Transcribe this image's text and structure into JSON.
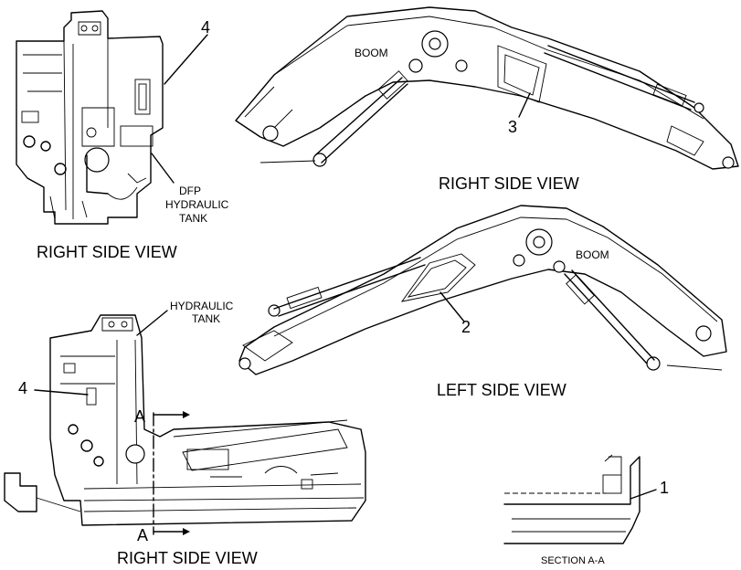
{
  "views": {
    "top_left_caption": "RIGHT SIDE VIEW",
    "top_right_caption": "RIGHT SIDE VIEW",
    "mid_right_caption": "LEFT SIDE VIEW",
    "bottom_left_caption": "RIGHT SIDE VIEW",
    "section_caption": "SECTION A-A"
  },
  "labels": {
    "boom_upper": "BOOM",
    "boom_lower": "BOOM",
    "dfp_tank_line1": "DFP",
    "dfp_tank_line2": "HYDRAULIC",
    "dfp_tank_line3": "TANK",
    "hyd_tank_line1": "HYDRAULIC",
    "hyd_tank_line2": "TANK"
  },
  "callouts": {
    "c4_top": "4",
    "c3": "3",
    "c2": "2",
    "c4_bottom": "4",
    "c1": "1",
    "section_a_top": "A",
    "section_a_bottom": "A"
  }
}
